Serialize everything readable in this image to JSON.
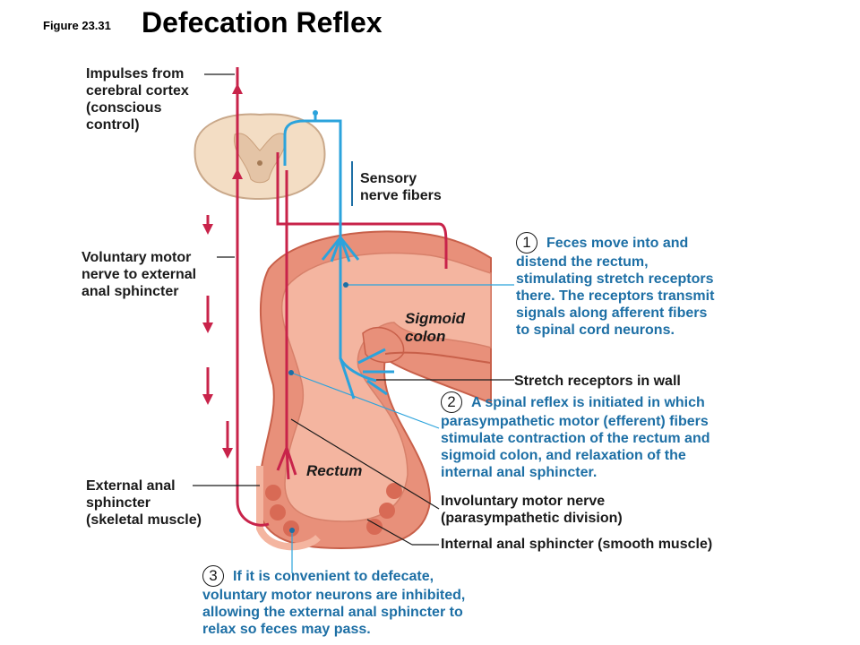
{
  "figure_label": "Figure 23.31",
  "title": "Defecation Reflex",
  "labels": {
    "impulses": [
      "Impulses from",
      "cerebral cortex",
      "(conscious",
      "control)"
    ],
    "sensory": [
      "Sensory",
      "nerve fibers"
    ],
    "voluntary_motor": [
      "Voluntary motor",
      "nerve to external",
      "anal sphincter"
    ],
    "sigmoid": [
      "Sigmoid",
      "colon"
    ],
    "stretch_receptors": "Stretch receptors in wall",
    "rectum": "Rectum",
    "external_sphincter": [
      "External anal",
      "sphincter",
      "(skeletal muscle)"
    ],
    "involuntary_nerve": [
      "Involuntary motor nerve",
      "(parasympathetic division)"
    ],
    "internal_sphincter": "Internal anal sphincter (smooth muscle)"
  },
  "steps": [
    {
      "number": "1",
      "lines": [
        "Feces move into and",
        "distend the rectum,",
        "stimulating stretch receptors",
        "there. The receptors transmit",
        "signals along afferent fibers",
        "to spinal cord neurons."
      ]
    },
    {
      "number": "2",
      "lines": [
        "A spinal reflex is initiated in which",
        "parasympathetic motor (efferent) fibers",
        "stimulate contraction of the rectum and",
        "sigmoid colon, and relaxation of the",
        "internal anal sphincter."
      ]
    },
    {
      "number": "3",
      "lines": [
        "If it is convenient to defecate,",
        "voluntary motor neurons are inhibited,",
        "allowing the external anal sphincter to",
        "relax so feces may pass."
      ]
    }
  ],
  "colors": {
    "motor_nerve": "#c8234a",
    "sensory_nerve": "#2ba3dc",
    "tissue": "#e8907a",
    "tissue_light": "#f4b5a0",
    "cord": "#f3ddc4"
  }
}
